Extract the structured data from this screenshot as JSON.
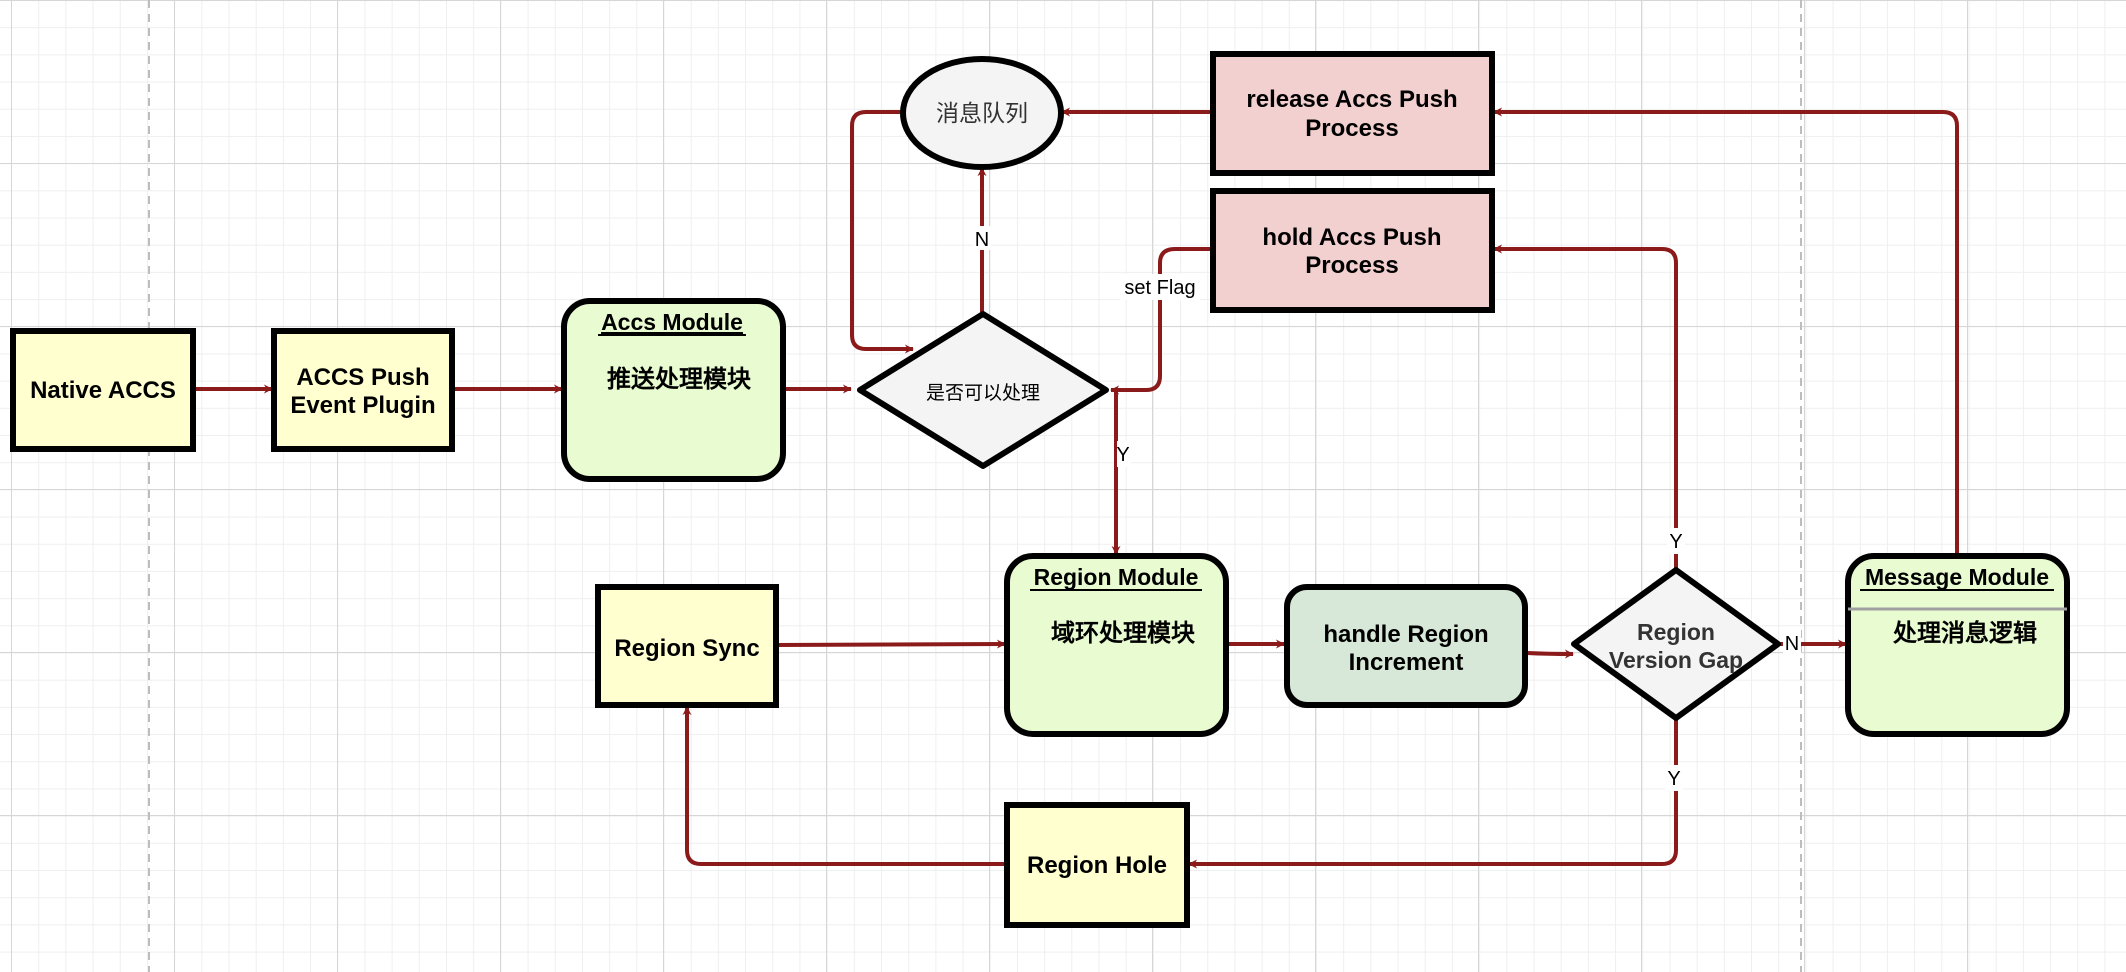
{
  "diagram": {
    "colors": {
      "edge": "#8b1a1a",
      "yellow_fill": "#ffffd0",
      "green_fill": "#e9fbd0",
      "pink_fill": "#f2d0cf",
      "sage_fill": "#d8e8d8",
      "gray_fill": "#f4f4f4",
      "border": "#000000"
    },
    "nodes": {
      "native_accs": {
        "label": "Native ACCS"
      },
      "accs_push_plugin": {
        "label_line1": "ACCS Push",
        "label_line2": "Event Plugin"
      },
      "accs_module": {
        "title": "Accs Module",
        "body": "推送处理模块"
      },
      "can_process": {
        "label": "是否可以处理"
      },
      "message_queue": {
        "label": "消息队列"
      },
      "release_accs": {
        "label_line1": "release Accs Push",
        "label_line2": "Process"
      },
      "hold_accs": {
        "label_line1": "hold Accs Push",
        "label_line2": "Process"
      },
      "region_module": {
        "title": "Region Module",
        "body": "域环处理模块"
      },
      "region_sync": {
        "label": "Region Sync"
      },
      "handle_region_increment": {
        "label_line1": "handle Region",
        "label_line2": "Increment"
      },
      "region_version_gap": {
        "label_line1": "Region",
        "label_line2": "Version Gap"
      },
      "message_module": {
        "title": "Message Module",
        "body": "处理消息逻辑"
      },
      "region_hole": {
        "label": "Region Hole"
      }
    },
    "edge_labels": {
      "n_to_queue": "N",
      "set_flag": "set Flag",
      "y_to_region": "Y",
      "y_to_hold": "Y",
      "n_to_message": "N",
      "y_to_hole": "Y"
    }
  }
}
